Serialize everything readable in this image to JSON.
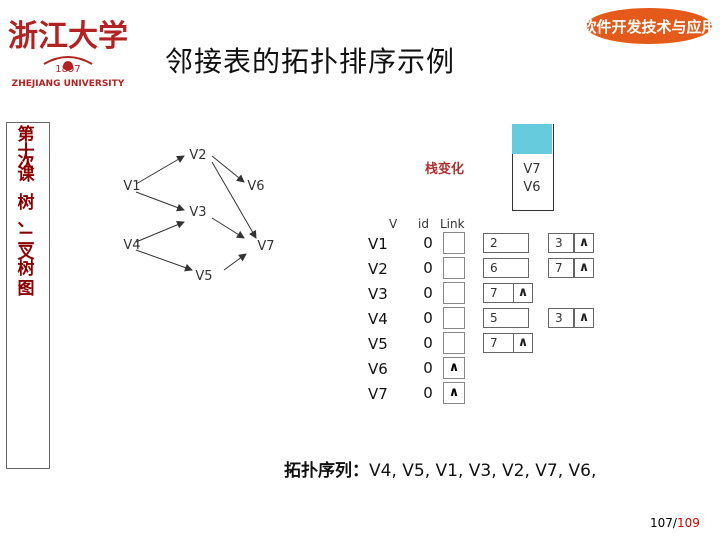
{
  "header": {
    "title": "邻接表的拓扑排序示例",
    "logo_left_text": "ZHEJIANG UNIVERSITY",
    "logo_left_year": "1897",
    "logo_right_text": "软件开发技术与应用"
  },
  "sidebar": {
    "lines": [
      "第",
      "十",
      "次",
      "课",
      "",
      "树",
      "、",
      "二",
      "叉",
      "树",
      "、",
      "图"
    ]
  },
  "graph": {
    "nodes": [
      "V2",
      "V1",
      "V6",
      "V3",
      "V4",
      "V7",
      "V5"
    ]
  },
  "stack": {
    "label": "栈变化",
    "items": [
      "V7",
      "V6"
    ]
  },
  "table": {
    "headers": {
      "v": "V",
      "id": "id",
      "link": "Link"
    },
    "rows": [
      {
        "v": "V1",
        "id": "0",
        "adj": [
          "2",
          "3"
        ]
      },
      {
        "v": "V2",
        "id": "0",
        "adj": [
          "6",
          "7"
        ]
      },
      {
        "v": "V3",
        "id": "0",
        "adj": [
          "7"
        ]
      },
      {
        "v": "V4",
        "id": "0",
        "adj": [
          "5",
          "3"
        ]
      },
      {
        "v": "V5",
        "id": "0",
        "adj": [
          "7"
        ]
      },
      {
        "v": "V6",
        "id": "0",
        "adj": []
      },
      {
        "v": "V7",
        "id": "0",
        "adj": []
      }
    ],
    "null_symbol": "∧"
  },
  "topo": {
    "label": "拓扑序列：",
    "sequence": "V4, V5, V1, V3, V2, V7, V6,"
  },
  "pager": {
    "current": "107",
    "total": "109"
  },
  "colors": {
    "accent": "#b03030",
    "stack_fill": "#66ccdd",
    "page_total": "#cc0000"
  }
}
